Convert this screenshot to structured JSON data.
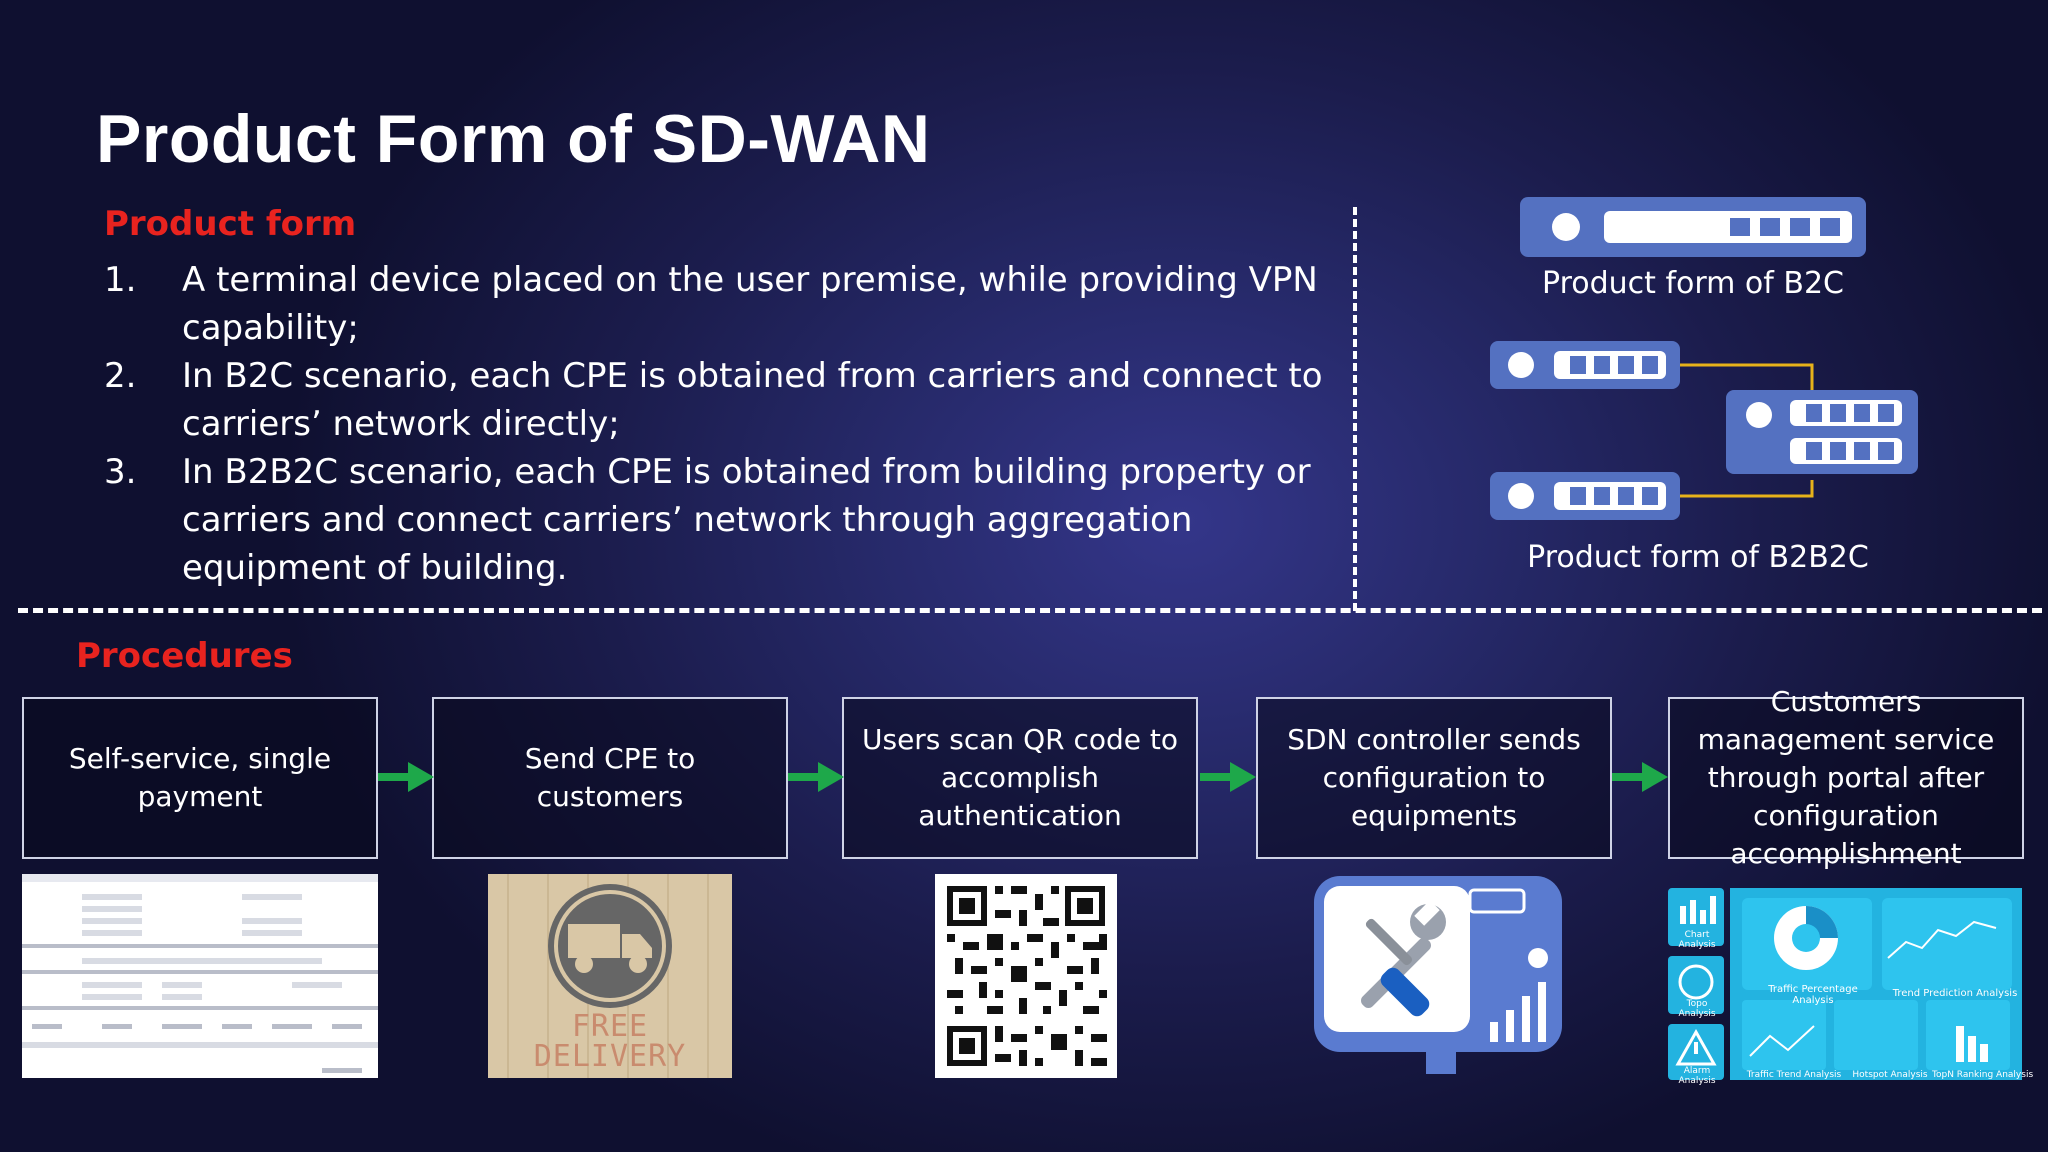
{
  "slide": {
    "title": "Product Form of SD-WAN"
  },
  "product_form": {
    "heading": "Product form",
    "items": [
      {
        "num": "1.",
        "text": "A terminal device placed on the user premise, while providing VPN capability;"
      },
      {
        "num": "2.",
        "text": "In B2C scenario, each CPE is obtained from carriers and connect to carriers’ network directly;"
      },
      {
        "num": "3.",
        "text": "In B2B2C scenario, each CPE is obtained from building property or carriers and connect carriers’ network through aggregation equipment of building."
      }
    ]
  },
  "illustrations": {
    "b2c_caption": "Product form of B2C",
    "b2b2c_caption": "Product form of B2B2C"
  },
  "procedures": {
    "heading": "Procedures",
    "steps": [
      {
        "label": "Self-service, single payment"
      },
      {
        "label": "Send CPE to customers"
      },
      {
        "label": "Users scan QR code to accomplish authentication"
      },
      {
        "label": "SDN controller sends configuration to equipments"
      },
      {
        "label": "Customers management service through portal after configuration accomplishment"
      }
    ]
  },
  "free_delivery": {
    "line1": "FREE",
    "line2": "DELIVERY"
  },
  "analytics": {
    "side_labels": [
      "Chart Analysis",
      "Topo Analysis",
      "Alarm Analysis"
    ],
    "panel_labels": [
      "Traffic Percentage Analysis",
      "Trend Prediction Analysis",
      "Traffic Trend Analysis",
      "Hotspot Analysis",
      "TopN Ranking Analysis"
    ]
  },
  "colors": {
    "title": "#ffffff",
    "accent_red": "#e8231f",
    "device_blue": "#5471c1",
    "connector_yellow": "#e7b21a",
    "arrow_green": "#1ea84a",
    "dashboard_cyan": "#23b3e0"
  },
  "icons": [
    "truck-icon",
    "qr-code-icon",
    "tools-icon",
    "chart-icon",
    "topology-icon",
    "alarm-icon"
  ]
}
